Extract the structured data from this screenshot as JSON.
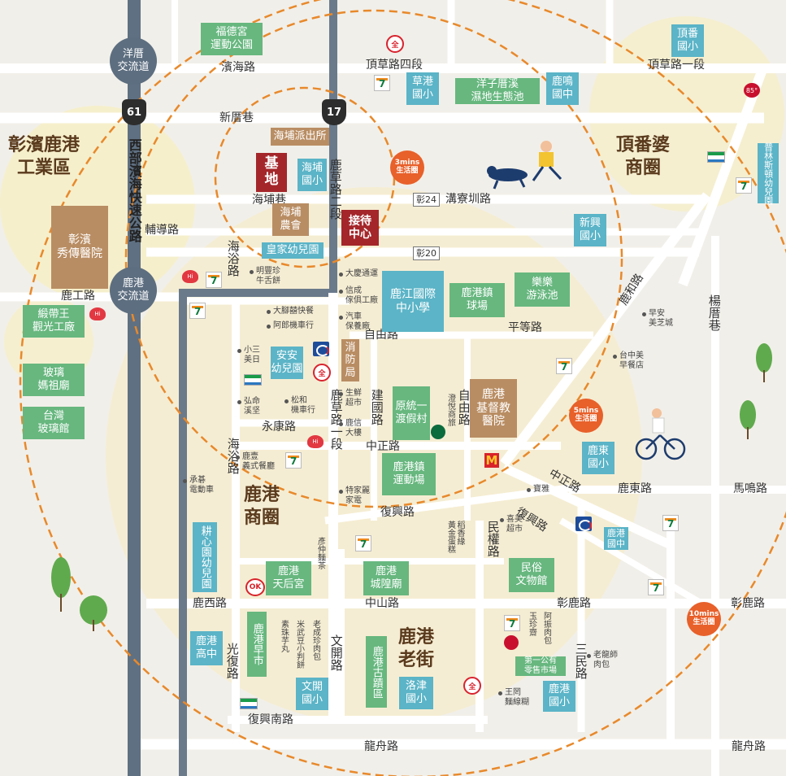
{
  "colors": {
    "road": "#ffffff",
    "highway": "#5f7082",
    "bg": "#f1efe9",
    "zone": "#f5ecc2",
    "green": "#67b77f",
    "teal": "#5bb4c7",
    "brown": "#b98d63",
    "site": "#a4262b",
    "orange": "#e8892b"
  },
  "highway": {
    "junction_top": "洋厝\n交流道",
    "junction_mid": "鹿港\n交流道",
    "shield_61": "61",
    "shield_17": "17",
    "name": "西部濱海快速公路"
  },
  "roads": {
    "binhai": "濱海路",
    "dingcao4": "頂草路四段",
    "dingcao1": "頂草路一段",
    "xincuo": "新厝巷",
    "haipuxiang": "海埔巷",
    "gouliao": "溝寮圳路",
    "zhang24": "彰24",
    "zhang20": "彰20",
    "fudao": "輔導路",
    "haiyu_n": "海浴路",
    "lugong": "鹿工路",
    "ziyou": "自由路",
    "pingdeng": "平等路",
    "luhe": "鹿和路",
    "yangcuo": "楊厝巷",
    "yongkang": "永康路",
    "lucao2": "鹿草路二段",
    "lucao1": "鹿草路一段",
    "jianguo": "建國路",
    "ziyou_v": "自由路",
    "zhongzheng": "中正路",
    "zhongzheng_d": "中正路",
    "haiyu_s": "海浴路",
    "fuxing": "復興路",
    "fuxing_d": "復興路",
    "ludong": "鹿東路",
    "maming": "馬鳴路",
    "minquan": "民權路",
    "luxi": "鹿西路",
    "zhongshan": "中山路",
    "zhanglu": "彰鹿路",
    "zhanglu_e": "彰鹿路",
    "guangfu": "光復路",
    "wenkai": "文開路",
    "sanmin": "三民路",
    "fuxingnan": "復興南路",
    "longzhou": "龍舟路",
    "longzhou_e": "龍舟路"
  },
  "zones": {
    "industrial": "彰濱鹿港\n工業區",
    "dingfanpo": "頂番婆\n商圈",
    "lugang_sq": "鹿港\n商圈",
    "oldstreet": "鹿港\n老街"
  },
  "rings": {
    "r3": "3mins\n生活圈",
    "r5": "5mins\n生活圈",
    "r10": "10mins\n生活圈"
  },
  "site": {
    "base": "基\n地",
    "reception": "接待\n中心"
  },
  "places": {
    "fudegong": "福德宮\n運動公園",
    "dingfan_elem": "頂番\n國小",
    "caogang_elem": "草港\n國小",
    "yangzi": "洋子厝溪\n濕地生態池",
    "luming_jr": "鹿鳴\n國中",
    "police": "海埔派出所",
    "haipu_elem": "海埔\n國小",
    "farmers": "海埔\n農會",
    "royal_kg": "皇家幼兒園",
    "xinxing_elem": "新興\n國小",
    "hospital": "彰濱\n秀傳醫院",
    "ribbon": "緞帶王\n觀光工廠",
    "glass_temple": "玻璃\n媽祖廟",
    "glass_museum": "台灣\n玻璃館",
    "lujiang": "鹿江國際\n中小學",
    "stadium": "鹿港鎮\n球場",
    "pool": "樂樂\n游泳池",
    "anan_kg": "安安\n幼兒園",
    "fire": "消\n防\n局",
    "uni_resort": "原統一\n渡假村",
    "christian": "鹿港\n基督教\n醫院",
    "ludong_elem": "鹿東\n國小",
    "sports": "鹿港鎮\n運動場",
    "gengxin_kg": "耕心園幼兒園",
    "lugang_jr": "鹿港\n國中",
    "tianhou": "鹿港\n天后宮",
    "chenghuang": "鹿港\n城隍廟",
    "folk": "民俗\n文物館",
    "lugang_high": "鹿港\n高中",
    "zao_market": "鹿港早市",
    "oldtown": "鹿港古蹟區",
    "wenkai_elem": "文開\n國小",
    "luojin_elem": "洛津\n國小",
    "first_market": "第一公有\n零售市場",
    "lugang_elem": "鹿港\n國小",
    "puji": "普林斯頓幼兒園"
  },
  "pois": {
    "mingfeng": "明豐珍\n牛舌餅",
    "dajiao": "大腳囍快餐",
    "alang": "阿郎機車行",
    "xiaosan": "小三\n美日",
    "hongming": "弘命\n溪坚",
    "songhe": "松和\n機車行",
    "dongqing": "大慶通運",
    "xincheng": "信成\n傢俱工廠",
    "qiche": "汽車\n保養廠",
    "shengxian": "生鮮\n超市",
    "luxin": "鹿信\n大樓",
    "luyi": "鹿壹\n義式餐廳",
    "chengji": "承碁\n電動車",
    "tejia": "特家麗\n家電",
    "baoya": "寶雅",
    "xiemei": "喜美\n超市",
    "daosiang": "稻香緣\n黃金蛋糕",
    "yanzhong": "彥仲麵茶",
    "sujhu": "素珠芋丸",
    "miwu": "米武豆小判餅",
    "laocheng": "老成珍肉包",
    "yuzhen": "玉珍齋",
    "azhen": "阿振肉包",
    "laolong": "老龍師\n肉包",
    "wangge": "王罔\n麵線糊",
    "zaomei": "早安\n美芝城",
    "taizhongmei": "台中美\n早餐店",
    "xiyue": "澄悅商旅"
  }
}
